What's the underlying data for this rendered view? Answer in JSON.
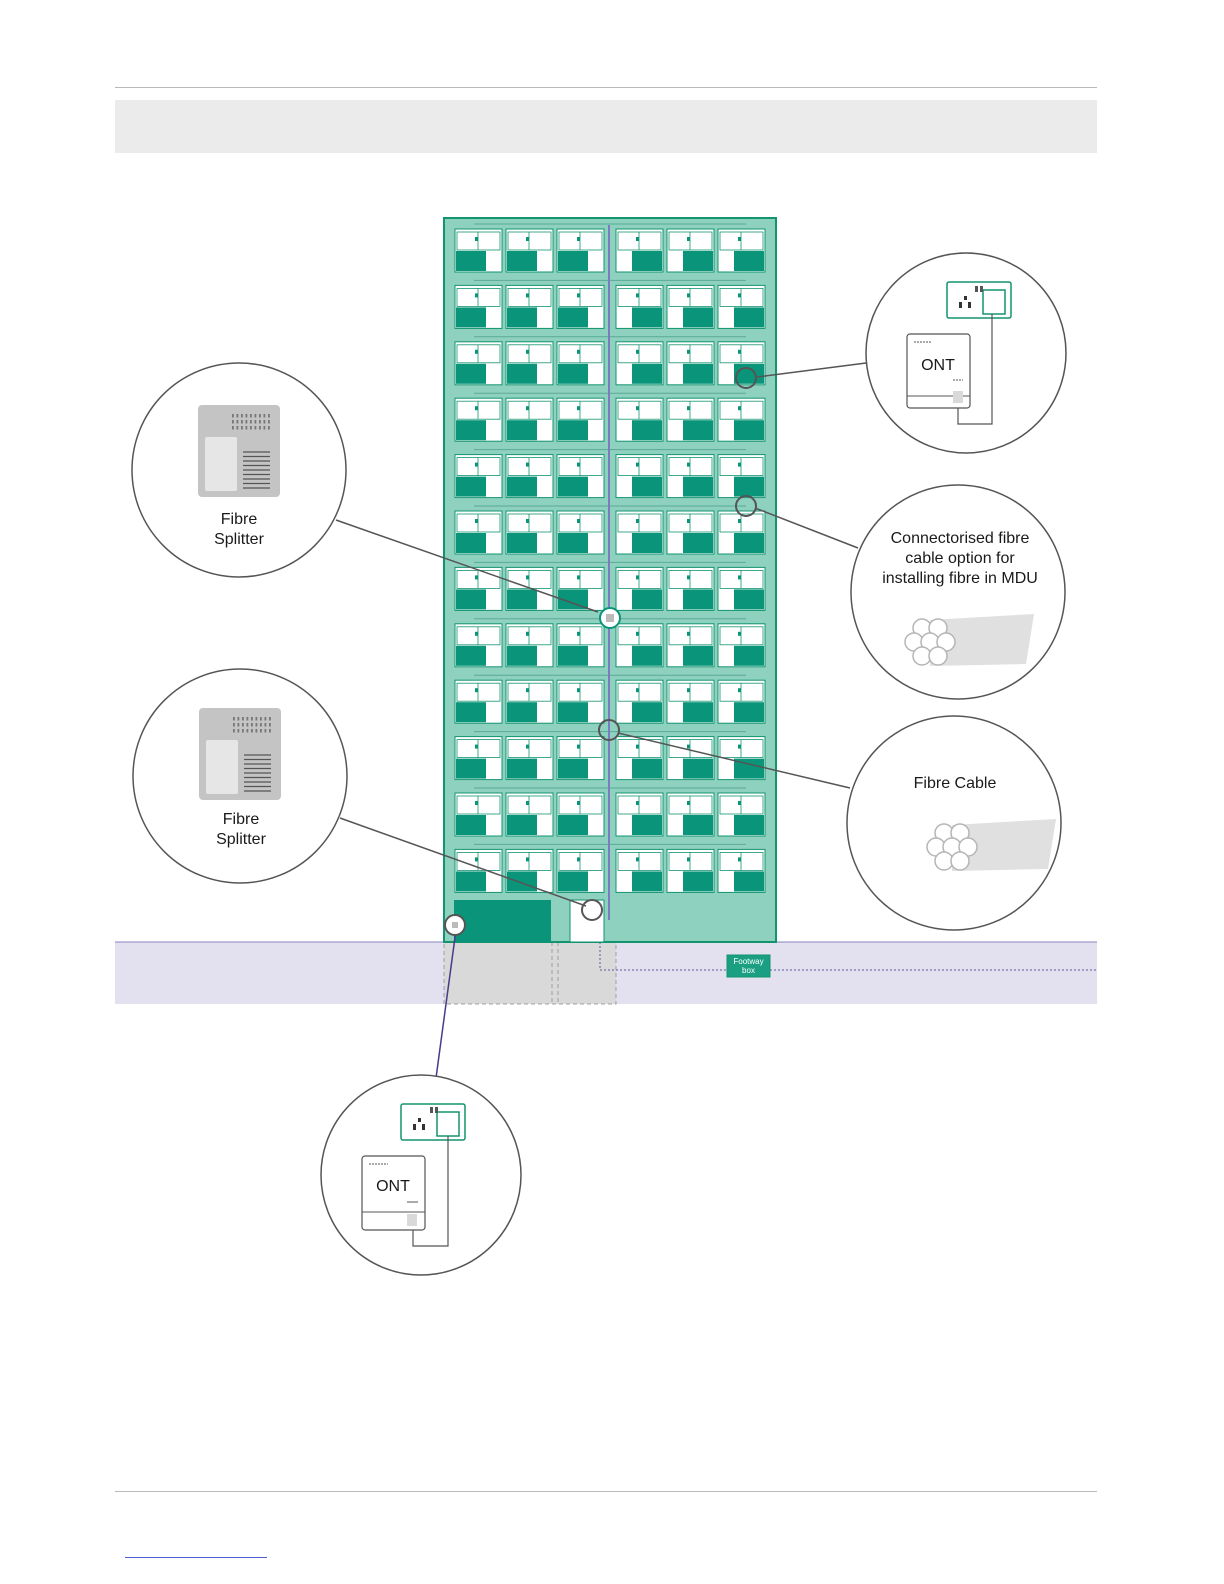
{
  "callouts": {
    "splitter_upper": {
      "line1": "Fibre",
      "line2": "Splitter"
    },
    "splitter_lower": {
      "line1": "Fibre",
      "line2": "Splitter"
    },
    "ont_upper": {
      "label": "ONT"
    },
    "ont_lower": {
      "label": "ONT"
    },
    "connectorised": {
      "line1": "Connectorised fibre",
      "line2": "cable option for",
      "line3": "installing fibre in MDU"
    },
    "fibre_cable": {
      "label": "Fibre Cable"
    }
  },
  "footway_box": {
    "line1": "Footway",
    "line2": "box"
  },
  "building": {
    "floors": 12,
    "units_per_side": 3
  },
  "colors": {
    "building_fill": "#8fd1bf",
    "building_border": "#12946f",
    "unit_green": "#0a9479",
    "riser": "#7b7bbf",
    "ground": "#e3e0ef",
    "basement": "#d9d9d9",
    "callout_border": "#555555"
  }
}
